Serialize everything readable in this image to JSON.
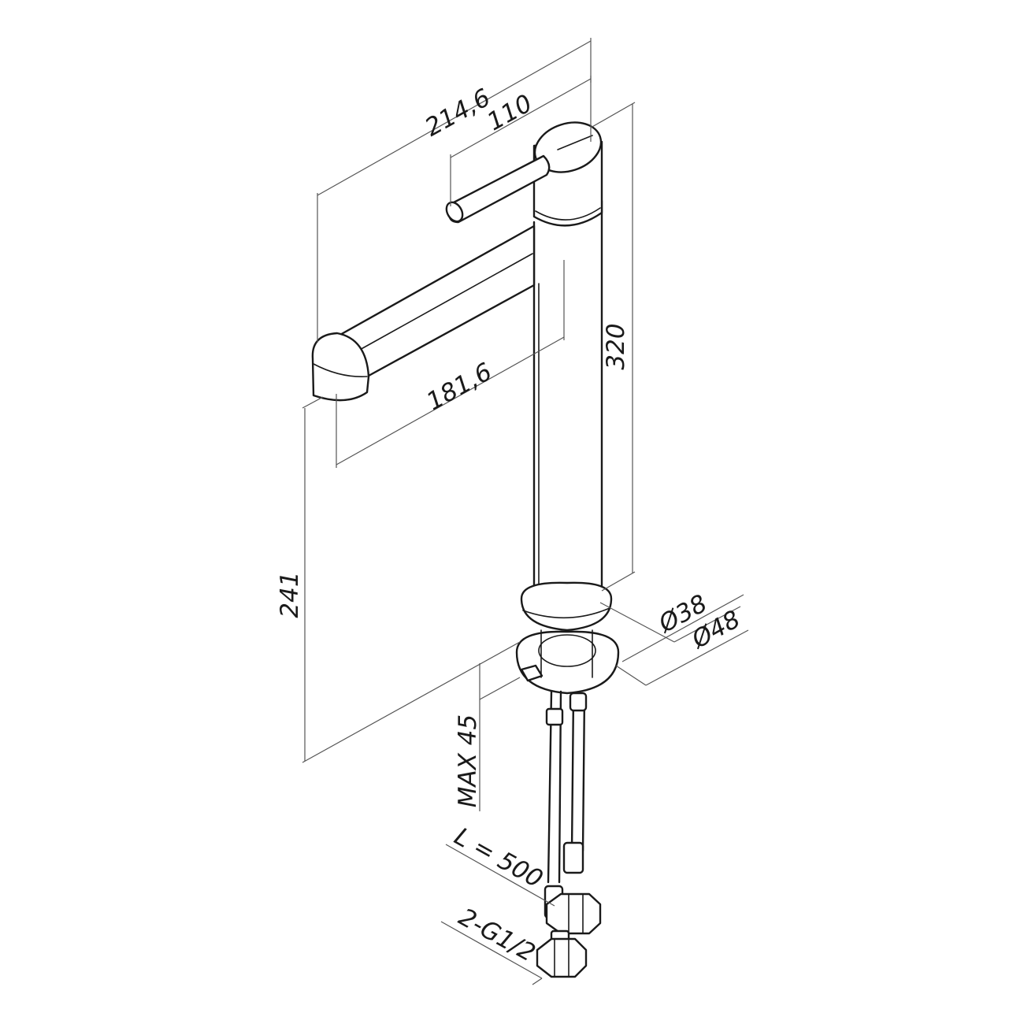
{
  "drawing": {
    "stroke_color": "#1a1a1a",
    "dimension_color": "#555555",
    "labels": {
      "overall_reach": "214,6",
      "lever_length": "110",
      "spout_projection": "181,6",
      "body_height": "320",
      "spout_height": "241",
      "base_diameter_inner": "Ø38",
      "base_diameter_outer": "Ø48",
      "max_thickness": "MAX 45",
      "hose_length": "L = 500",
      "connection": "2-G1/2"
    }
  }
}
